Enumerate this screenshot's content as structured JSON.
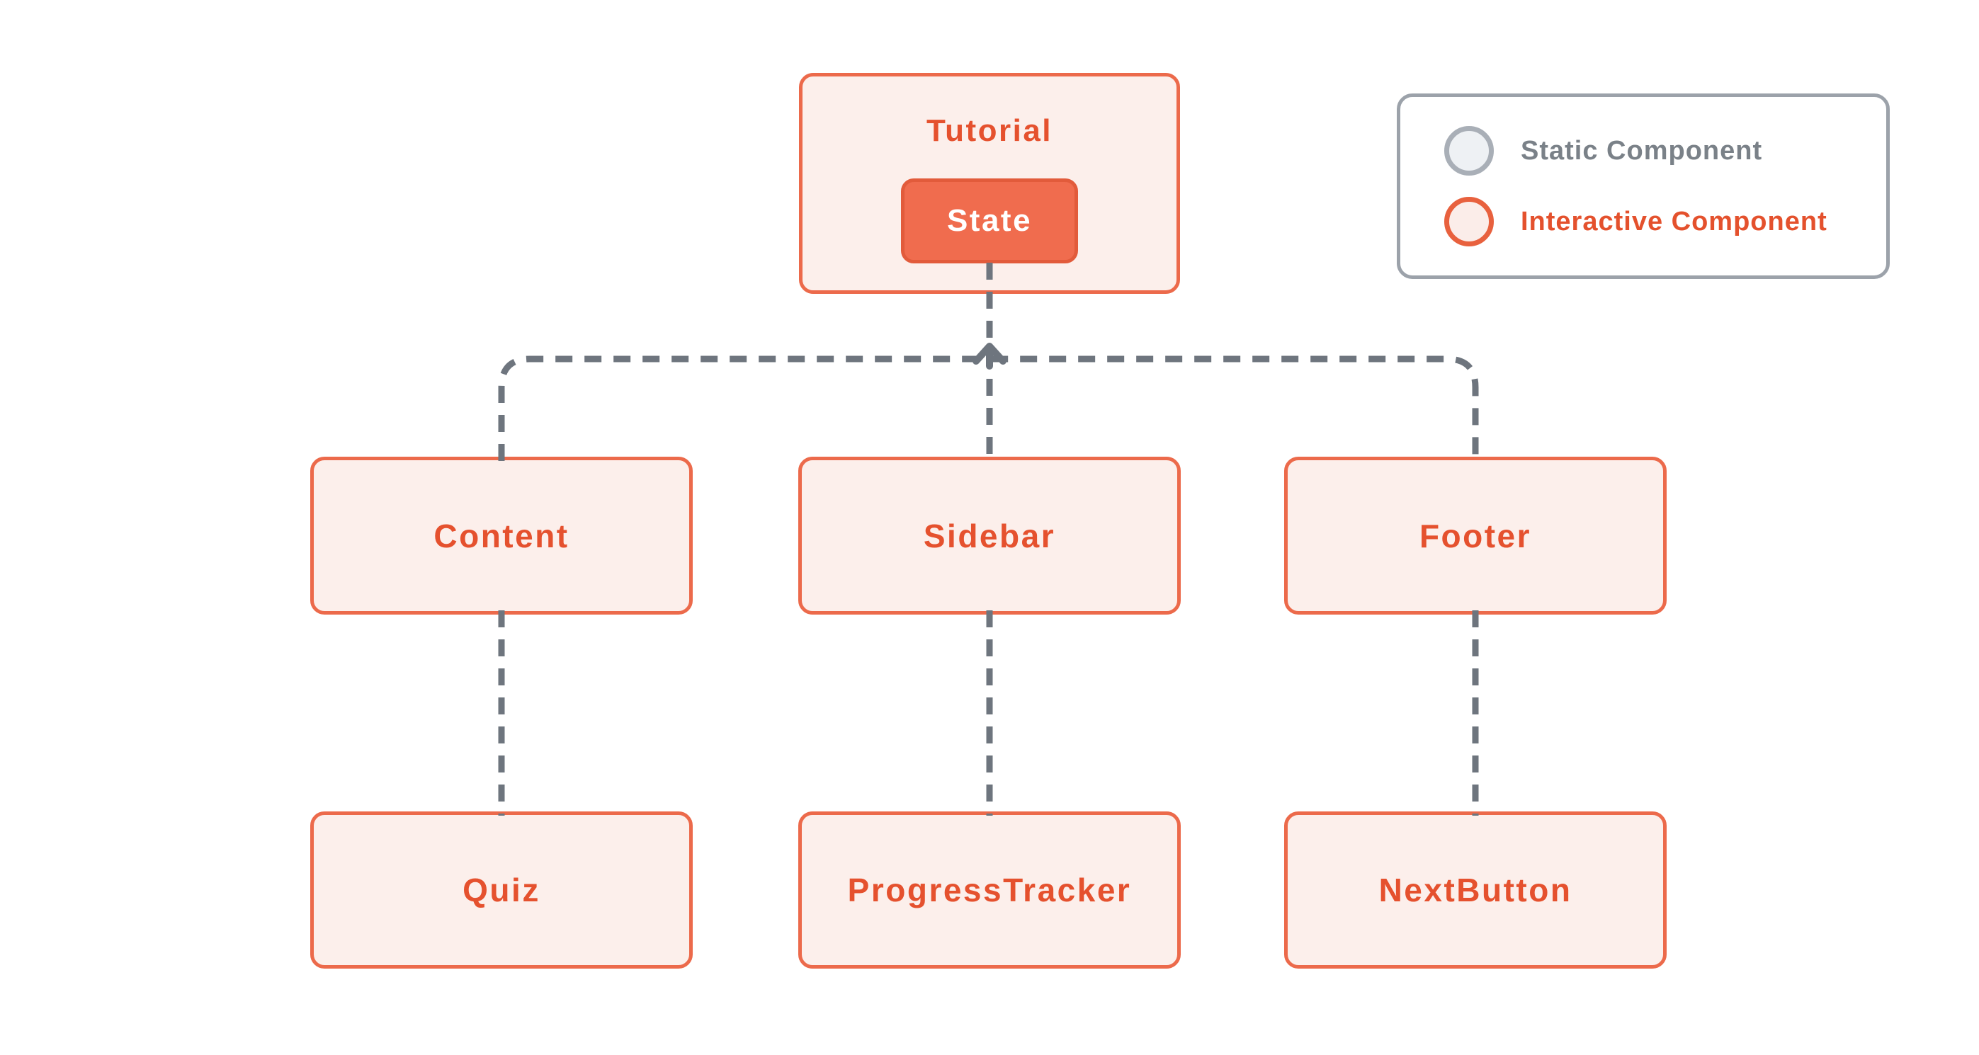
{
  "tree": {
    "root": {
      "label": "Tutorial",
      "state_button": "State"
    },
    "children": [
      {
        "label": "Content",
        "child": {
          "label": "Quiz"
        }
      },
      {
        "label": "Sidebar",
        "child": {
          "label": "ProgressTracker"
        }
      },
      {
        "label": "Footer",
        "child": {
          "label": "NextButton"
        }
      }
    ],
    "edges": [
      {
        "from": "Content",
        "to": "State",
        "style": "dashed"
      },
      {
        "from": "Sidebar",
        "to": "State",
        "style": "dashed"
      },
      {
        "from": "Footer",
        "to": "State",
        "style": "dashed"
      },
      {
        "from": "Quiz",
        "to": "Content",
        "style": "dashed"
      },
      {
        "from": "ProgressTracker",
        "to": "Sidebar",
        "style": "dashed"
      },
      {
        "from": "NextButton",
        "to": "Footer",
        "style": "dashed"
      }
    ],
    "arrow_direction": "up-toward-state"
  },
  "legend": {
    "items": [
      {
        "id": "static",
        "label": "Static Component",
        "circle_fill": "#EEF1F4",
        "circle_border": "#A9AFB7",
        "text_color": "#7A8188"
      },
      {
        "id": "interactive",
        "label": "Interactive Component",
        "circle_fill": "#FBEDE9",
        "circle_border": "#E8613E",
        "text_color": "#E4512D"
      }
    ]
  },
  "colors": {
    "background": "#FFFFFF",
    "interactive_node_border": "#EC6A4B",
    "interactive_node_fill": "#FCEFEB",
    "interactive_node_text": "#E5512E",
    "state_fill": "#F06C4E",
    "state_border": "#E25B3B",
    "state_text": "#FFFFFF",
    "connector": "#6E757E",
    "legend_border": "#9CA2AA"
  }
}
